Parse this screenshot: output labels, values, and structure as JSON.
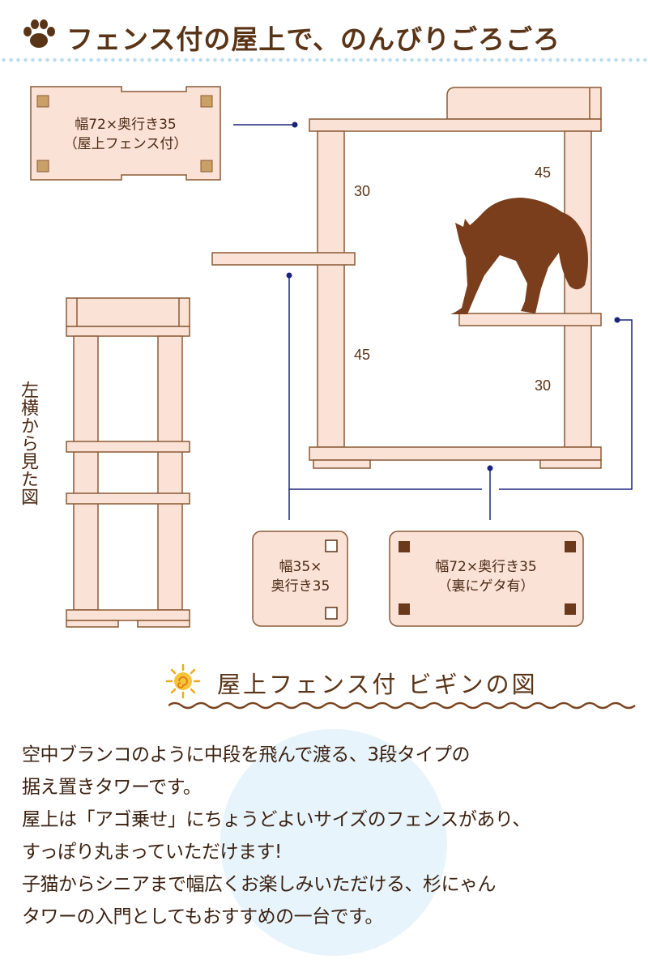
{
  "header": {
    "title": "フェンス付の屋上で、のんびりごろごろ",
    "icon": "paw-icon"
  },
  "diagram": {
    "plates": {
      "top": {
        "line1": "幅72×奥行き35",
        "line2": "（屋上フェンス付）"
      },
      "middle": {
        "line1": "幅35×",
        "line2": "奥行き35"
      },
      "bottom": {
        "line1": "幅72×奥行き35",
        "line2": "（裏にゲタ有）"
      }
    },
    "dimensions": {
      "left_upper": "30",
      "left_lower": "45",
      "right_upper": "45",
      "right_lower": "30"
    },
    "side_view_label": "左横から見た図"
  },
  "section": {
    "title": "屋上フェンス付 ビギンの図",
    "icon": "sun-icon"
  },
  "description": {
    "lines": [
      "空中ブランコのように中段を飛んで渡る、3段タイプの",
      "据え置きタワーです。",
      "屋上は「アゴ乗せ」にちょうどよいサイズのフェンスがあり、",
      "すっぽり丸まっていただけます!",
      "子猫からシニアまで幅広くお楽しみいただける、杉にゃん",
      "タワーの入門としてもおすすめの一台です。"
    ]
  },
  "colors": {
    "wood": "#fbe2d6",
    "outline": "#8a5a36",
    "cat": "#7a3e1c",
    "connector": "#1a237e",
    "dots": "#b9dcef"
  }
}
